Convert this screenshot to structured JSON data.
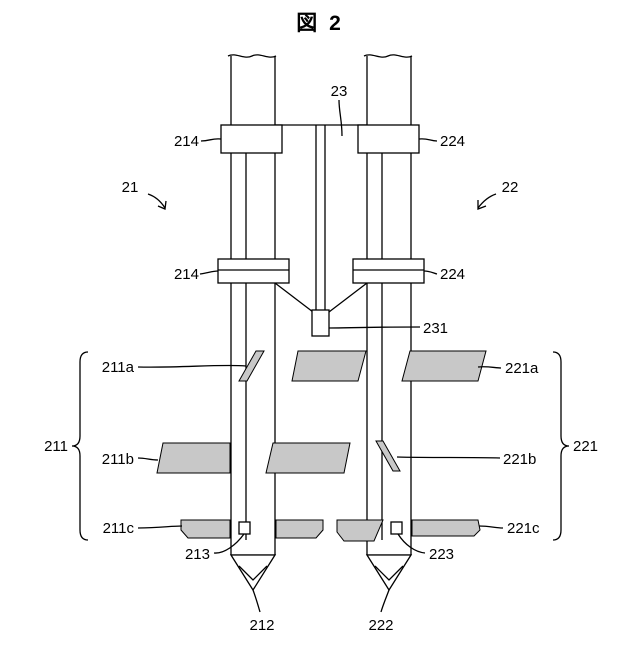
{
  "figure": {
    "title": "図 2"
  },
  "colors": {
    "line": "#000000",
    "fin_fill": "#c8c8c8",
    "background": "#ffffff"
  },
  "labels": {
    "unit_21": "21",
    "unit_22": "22",
    "bridge_23": "23",
    "clamp_214_upper": "214",
    "clamp_214_lower": "214",
    "clamp_224_upper": "224",
    "clamp_224_lower": "224",
    "block_231": "231",
    "fin_211a": "211a",
    "fin_211b": "211b",
    "fin_211c": "211c",
    "group_211": "211",
    "fin_221a": "221a",
    "fin_221b": "221b",
    "fin_221c": "221c",
    "group_221": "221",
    "sensor_213": "213",
    "sensor_223": "223",
    "tip_212": "212",
    "tip_222": "222"
  }
}
